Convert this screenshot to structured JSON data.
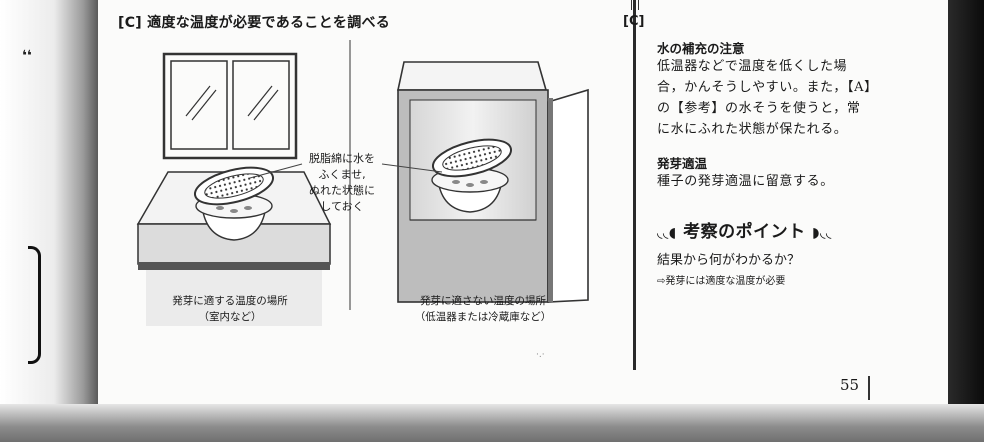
{
  "page_title": "[C] 適度な温度が必要であることを調べる",
  "callout": [
    "脱脂綿に水を",
    "ふくませ,",
    "ぬれた状態に",
    "しておく"
  ],
  "caption_left": [
    "発芽に適する温度の場所",
    "（室内など）"
  ],
  "caption_right": [
    "発芽に適さない温度の場所",
    "（低温器または冷蔵庫など）"
  ],
  "section_label": "[C]",
  "water_note": {
    "heading": "水の補充の注意",
    "lines": [
      "低温器などで温度を低くした場",
      "合，かんそうしやすい。また，【A】",
      "の【参考】の水そうを使うと，常",
      "に水にふれた状態が保たれる。"
    ]
  },
  "germination": {
    "heading": "発芽適温",
    "text": "種子の発芽適温に留意する。"
  },
  "point": {
    "deco_left": "◟◟◖",
    "title": "考察のポイント",
    "deco_right": "◗◟◟",
    "question": "結果から何がわかるか？",
    "answer": "⇨発芽には適度な温度が必要"
  },
  "page_number": "55",
  "margin_mark": "❛❛"
}
